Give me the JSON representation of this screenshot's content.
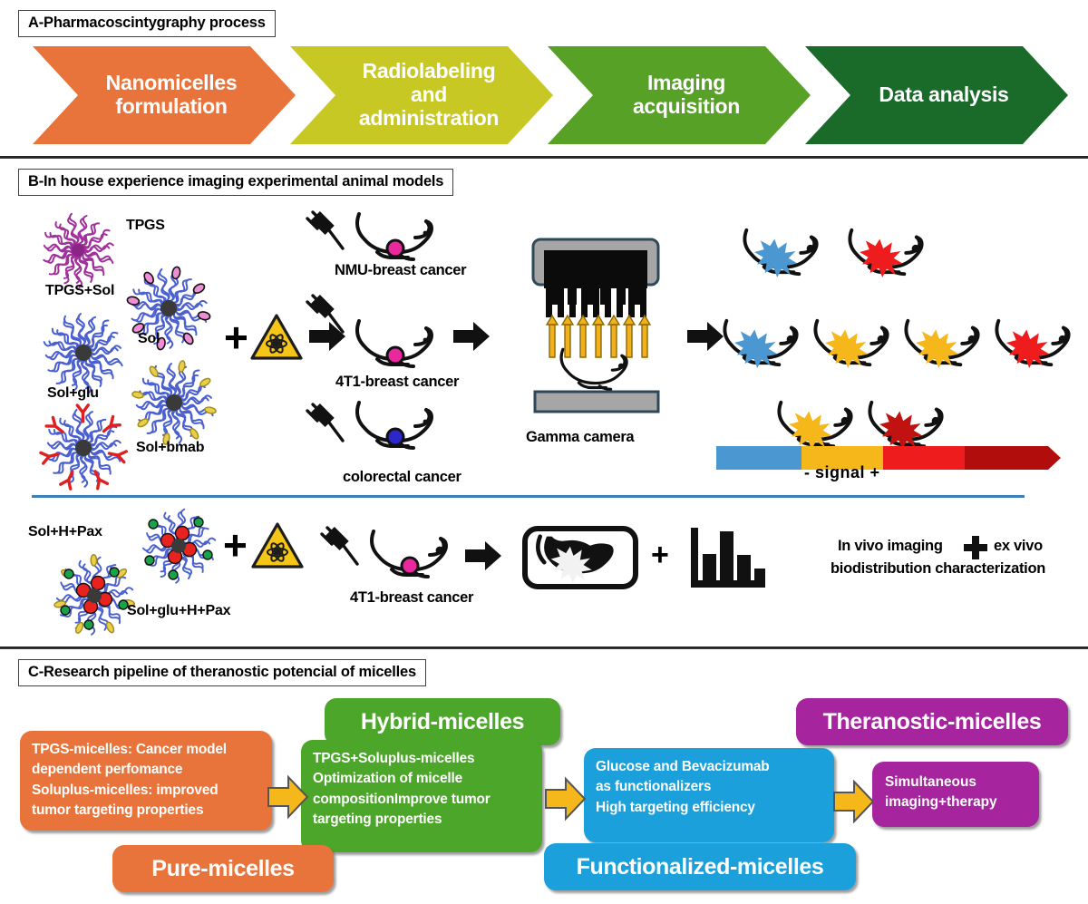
{
  "figure": {
    "panels": [
      {
        "id": "A",
        "title": "A-Pharmacoscintygraphy process"
      },
      {
        "id": "B",
        "title": "B-In house experience imaging experimental animal models"
      },
      {
        "id": "C",
        "title": "C-Research pipeline of theranostic potencial of micelles"
      }
    ]
  },
  "panelA": {
    "title": "A-Pharmacoscintygraphy process",
    "steps": [
      {
        "label": "Nanomicelles\nformulation",
        "color": "#E8743B"
      },
      {
        "label": "Radiolabeling\nand\nadministration",
        "color": "#C8C824"
      },
      {
        "label": "Imaging\nacquisition",
        "color": "#56A126"
      },
      {
        "label": "Data analysis",
        "color": "#1A6B2A"
      }
    ],
    "step_labels": [
      "Nanomicelles formulation",
      "Radiolabeling and administration",
      "Imaging acquisition",
      "Data analysis"
    ]
  },
  "panelB": {
    "title": "B-In house experience imaging experimental animal models",
    "micelles_top": [
      {
        "name": "TPGS",
        "color": "#A0309B"
      },
      {
        "name": "TPGS+Sol",
        "color": "#4A5FD0"
      },
      {
        "name": "Sol",
        "color": "#4A5FD0"
      },
      {
        "name": "Sol+glu",
        "color": "#4A5FD0"
      },
      {
        "name": "Sol+bmab",
        "color": "#4A5FD0"
      }
    ],
    "micelles_bottom": [
      {
        "name": "Sol+H+Pax",
        "color": "#4A5FD0"
      },
      {
        "name": "Sol+glu+H+Pax",
        "color": "#4A5FD0"
      }
    ],
    "radiolabel_icon": "radioactive-hazard-icon",
    "plus_symbol": "+",
    "animal_models_top": [
      {
        "label": "NMU-breast cancer",
        "tumor_color": "#E8289C"
      },
      {
        "label": "4T1-breast cancer",
        "tumor_color": "#E8289C"
      },
      {
        "label": "colorectal cancer",
        "tumor_color": "#2B27C8"
      }
    ],
    "animal_model_bottom": {
      "label": "4T1-breast cancer",
      "tumor_color": "#E8289C"
    },
    "gamma_camera_label": "Gamma camera",
    "signal_scale": {
      "caption_minus": "-",
      "caption_word": "signal",
      "caption_plus": "+",
      "caption_full": "-  signal  +",
      "colors": [
        "#4A97D2",
        "#F5B719",
        "#EE1C1C",
        "#B20D0D"
      ]
    },
    "result_mice": {
      "row1": [
        "#4A97D2",
        "#EE1C1C"
      ],
      "row2": [
        "#4A97D2",
        "#F5B719",
        "#F5B719",
        "#EE1C1C"
      ],
      "row3": [
        "#F5B719",
        "#C11212"
      ]
    },
    "bottom_result_text_line1": "In vivo imaging",
    "bottom_result_plus": "+",
    "bottom_result_text_line1b": "ex vivo",
    "bottom_result_text_line2": "biodistribution characterization"
  },
  "panelC": {
    "title": "C-Research pipeline of theranostic potencial of micelles",
    "stages": [
      {
        "key": "pure",
        "label": "Pure-micelles",
        "color": "#E8743B",
        "body": [
          "TPGS-micelles: Cancer model",
          "dependent perfomance",
          "Soluplus-micelles: improved",
          "tumor targeting properties"
        ]
      },
      {
        "key": "hybrid",
        "label": "Hybrid-micelles",
        "color": "#4CA62A",
        "body": [
          "TPGS+Soluplus-micelles",
          "Optimization of micelle",
          "compositionImprove tumor",
          "targeting properties"
        ]
      },
      {
        "key": "functionalized",
        "label": "Functionalized-micelles",
        "color": "#1BA0DB",
        "body": [
          "Glucose and Bevacizumab",
          "as functionalizers",
          "High targeting efficiency"
        ]
      },
      {
        "key": "theranostic",
        "label": "Theranostic-micelles",
        "color": "#A6249E",
        "body": [
          "Simultaneous",
          "imaging+therapy"
        ]
      }
    ],
    "arrow_color": "#F5B719",
    "arrow_count": 3
  }
}
